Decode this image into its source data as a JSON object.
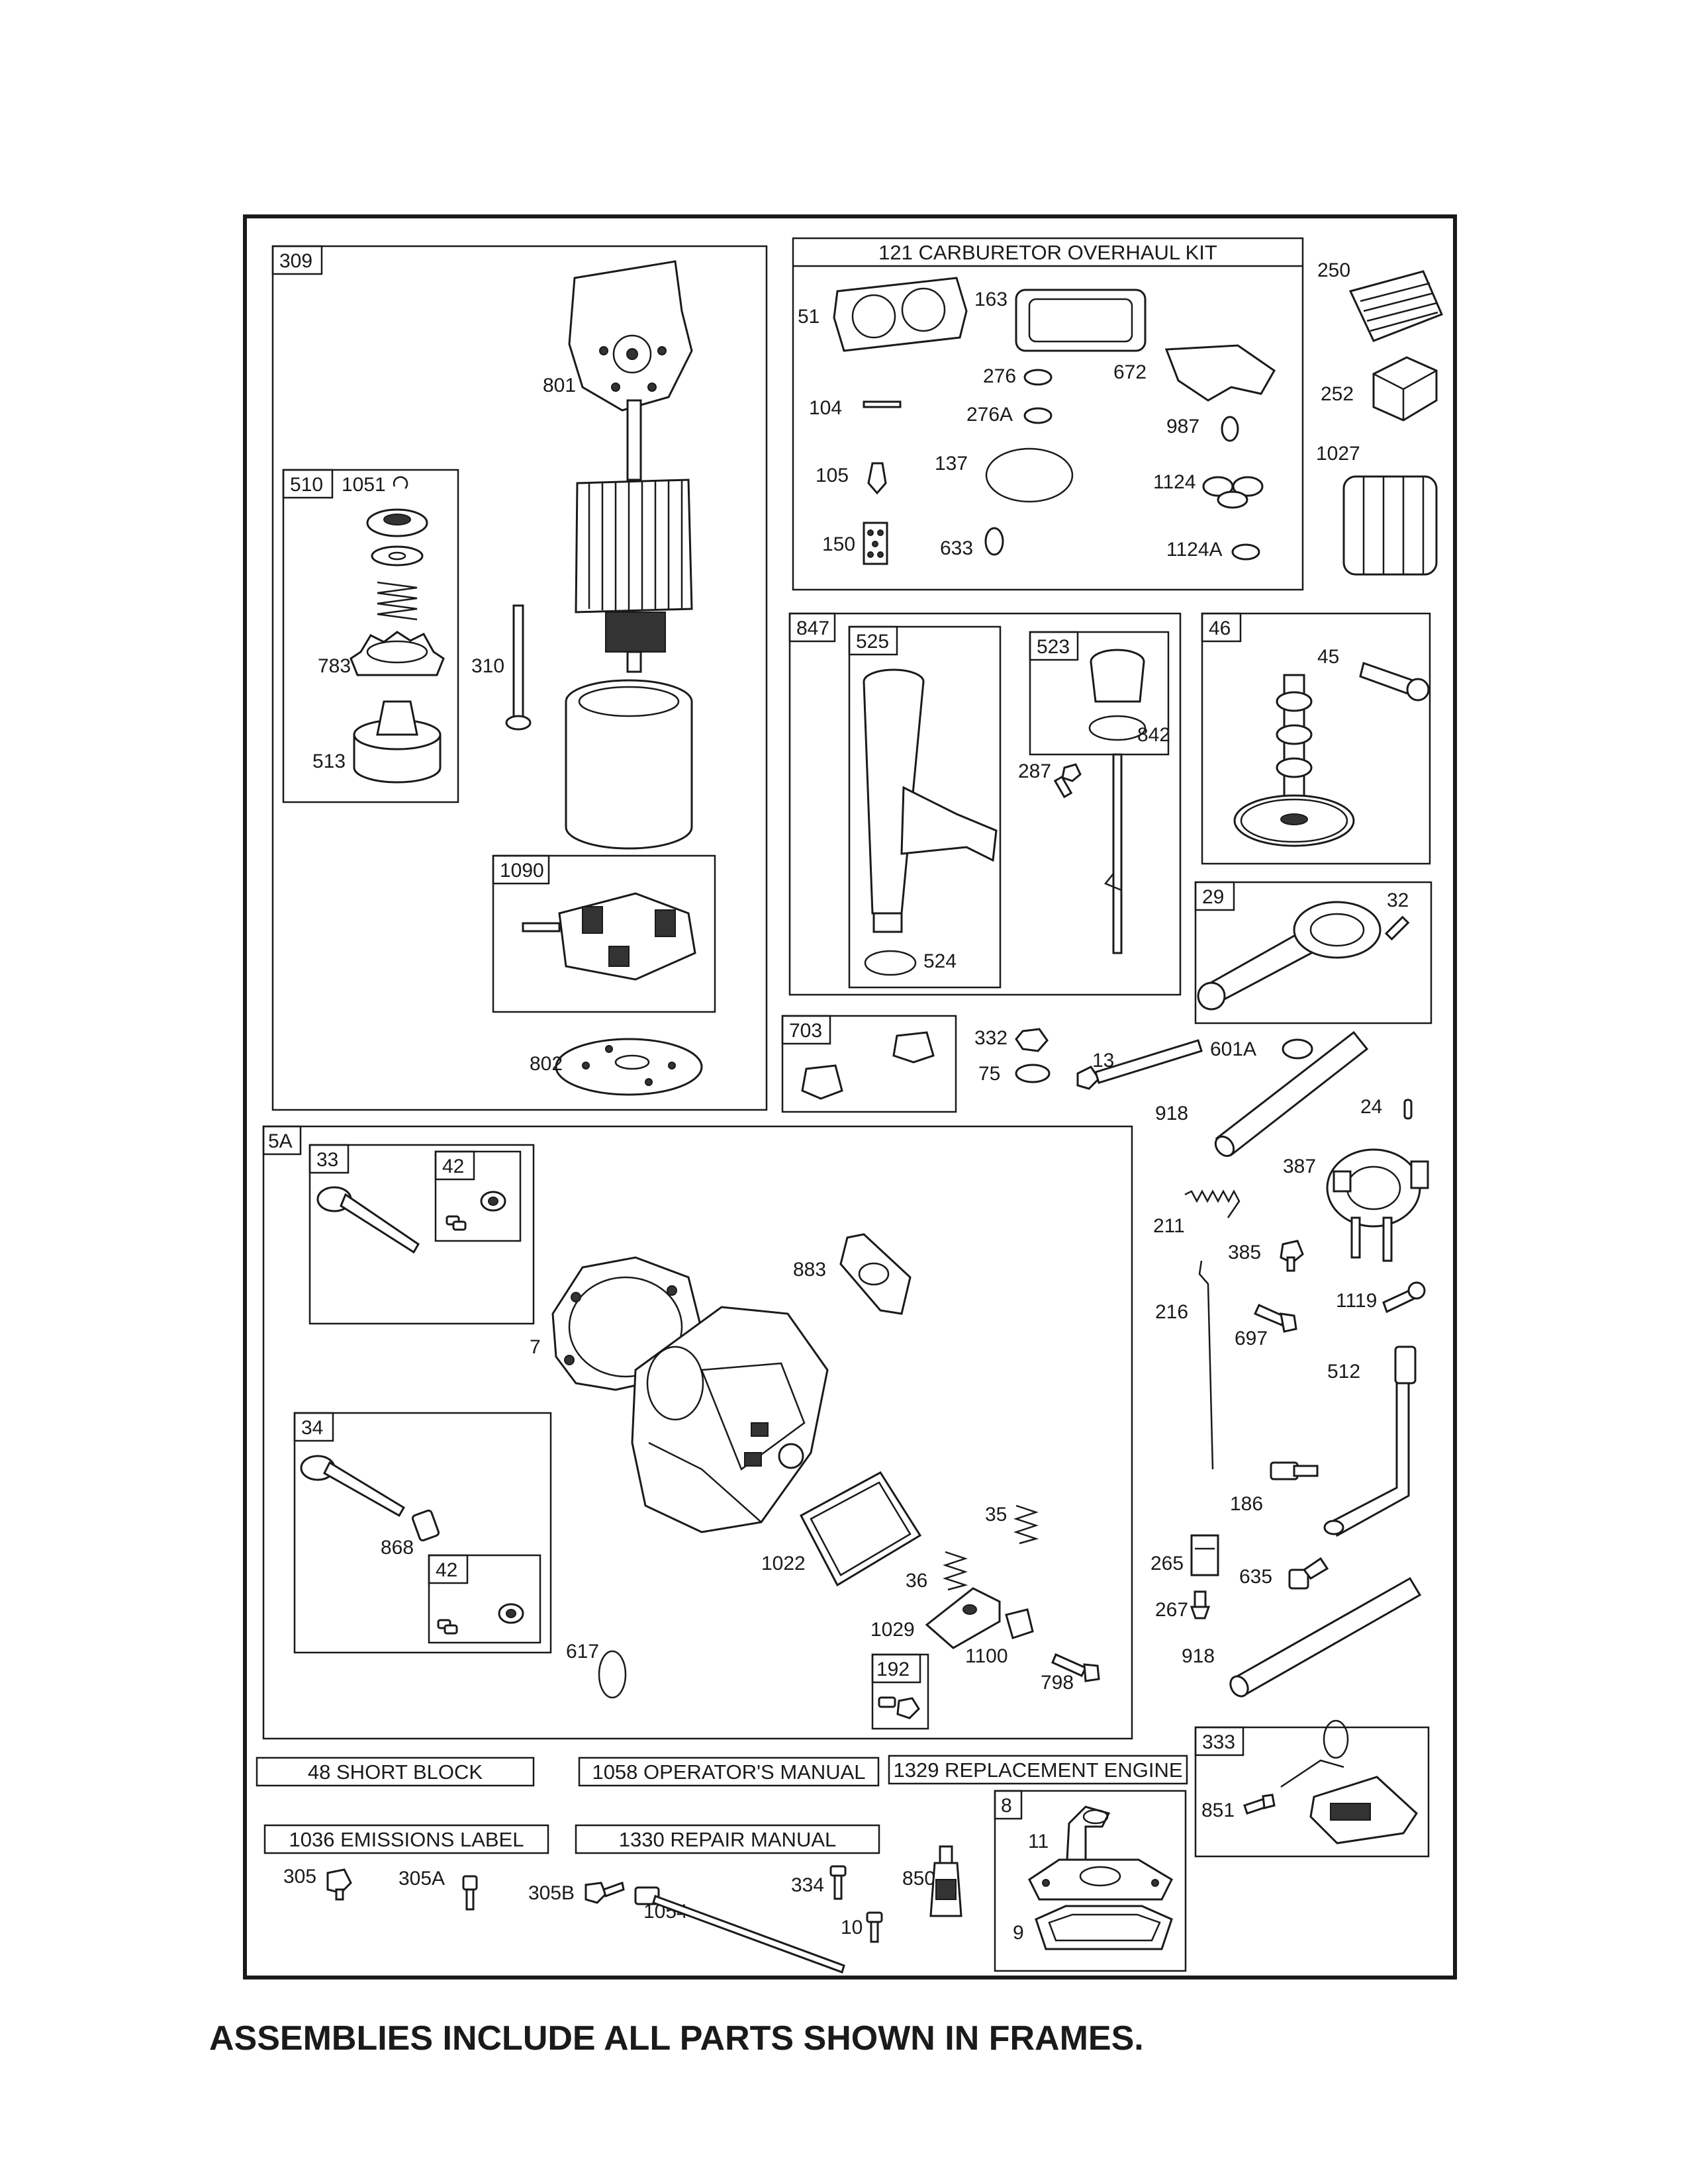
{
  "footer_note": "ASSEMBLIES INCLUDE ALL PARTS SHOWN IN FRAMES.",
  "frames": {
    "f309": "309",
    "f510": "510",
    "f1090": "1090",
    "f121": "121 CARBURETOR OVERHAUL KIT",
    "f847": "847",
    "f525": "525",
    "f523": "523",
    "f46": "46",
    "f29": "29",
    "f703": "703",
    "f5A": "5A",
    "f33": "33",
    "f42a": "42",
    "f34": "34",
    "f42b": "42",
    "f192": "192",
    "f333": "333",
    "f8": "8"
  },
  "kits": {
    "k48": "48 SHORT BLOCK",
    "k1058": "1058 OPERATOR'S MANUAL",
    "k1329": "1329 REPLACEMENT ENGINE",
    "k1036": "1036 EMISSIONS LABEL",
    "k1330": "1330 REPAIR MANUAL"
  },
  "parts": {
    "p801": "801",
    "p1051": "1051",
    "p783": "783",
    "p310": "310",
    "p513": "513",
    "p802": "802",
    "p51": "51",
    "p163": "163",
    "p276": "276",
    "p672": "672",
    "p104": "104",
    "p276A": "276A",
    "p987": "987",
    "p105": "105",
    "p137": "137",
    "p1124": "1124",
    "p150": "150",
    "p633": "633",
    "p1124A": "1124A",
    "p250": "250",
    "p252": "252",
    "p1027": "1027",
    "p842": "842",
    "p287": "287",
    "p524": "524",
    "p45": "45",
    "p32": "32",
    "p332": "332",
    "p75": "75",
    "p13": "13",
    "p601A": "601A",
    "p918a": "918",
    "p24": "24",
    "p387": "387",
    "p211": "211",
    "p385": "385",
    "p1119": "1119",
    "p216": "216",
    "p697": "697",
    "p512": "512",
    "p186": "186",
    "p265": "265",
    "p635": "635",
    "p267": "267",
    "p918b": "918",
    "p883": "883",
    "p7": "7",
    "p868": "868",
    "p1022": "1022",
    "p35": "35",
    "p36": "36",
    "p1029": "1029",
    "p1100": "1100",
    "p798": "798",
    "p617": "617",
    "p851": "851",
    "p305": "305",
    "p305A": "305A",
    "p305B": "305B",
    "p1054": "1054",
    "p334": "334",
    "p10": "10",
    "p850": "850",
    "p11": "11",
    "p9": "9"
  }
}
